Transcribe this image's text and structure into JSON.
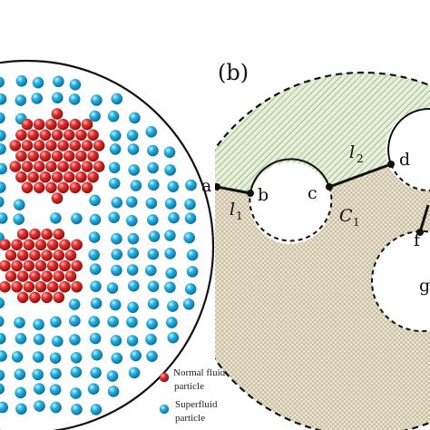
{
  "panel_b": {
    "label": "(b)",
    "points": {
      "a": "a",
      "b": "b",
      "c": "c",
      "d": "d",
      "f": "f",
      "g": "g"
    },
    "path_labels": {
      "l1": "l",
      "l1_sub": "1",
      "l2": "l",
      "l2_sub": "2",
      "c1": "C",
      "c1_sub": "1"
    }
  },
  "legend": {
    "normal_line1": "Normal fluid",
    "normal_line2": "particle",
    "super_line1": "Superfluid",
    "super_line2": "particle"
  },
  "colors": {
    "normal_particle": "#d8232a",
    "superfluid_particle": "#26b0e0",
    "hatch_upper": "#5f8f4e",
    "fill_upper": "#e7efd9",
    "hatch_lower": "#8a8060",
    "fill_lower": "#ece5d3"
  }
}
